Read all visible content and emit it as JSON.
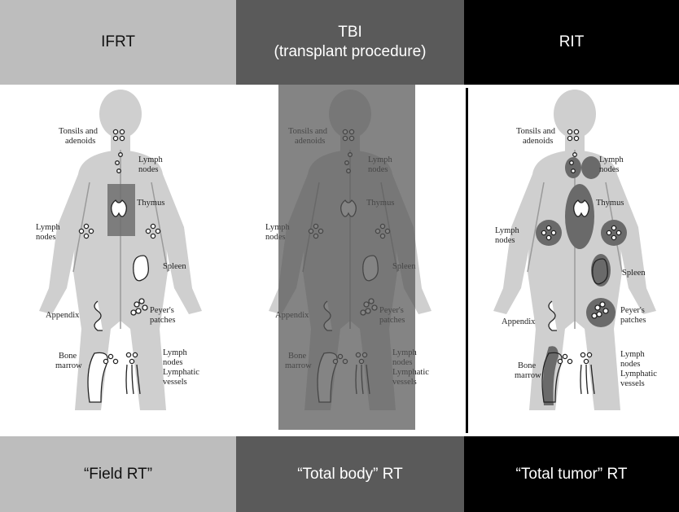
{
  "columns": [
    {
      "header_lines": [
        "IFRT"
      ],
      "footer": "“Field RT”"
    },
    {
      "header_lines": [
        "TBI",
        "(transplant procedure)"
      ],
      "footer": "“Total body” RT"
    },
    {
      "header_lines": [
        "RIT"
      ],
      "footer": "“Total tumor” RT"
    }
  ],
  "figure_labels": {
    "tonsils": [
      "Tonsils and",
      "adenoids"
    ],
    "lymph_nodes_neck": [
      "Lymph",
      "nodes"
    ],
    "thymus": "Thymus",
    "lymph_nodes_arm": [
      "Lymph",
      "nodes"
    ],
    "spleen": "Spleen",
    "appendix": "Appendix",
    "peyers": [
      "Peyer's",
      "patches"
    ],
    "bone_marrow": [
      "Bone",
      "marrow"
    ],
    "lymph_vessels": [
      "Lymph",
      "nodes",
      "Lymphatic",
      "vessels"
    ]
  }
}
